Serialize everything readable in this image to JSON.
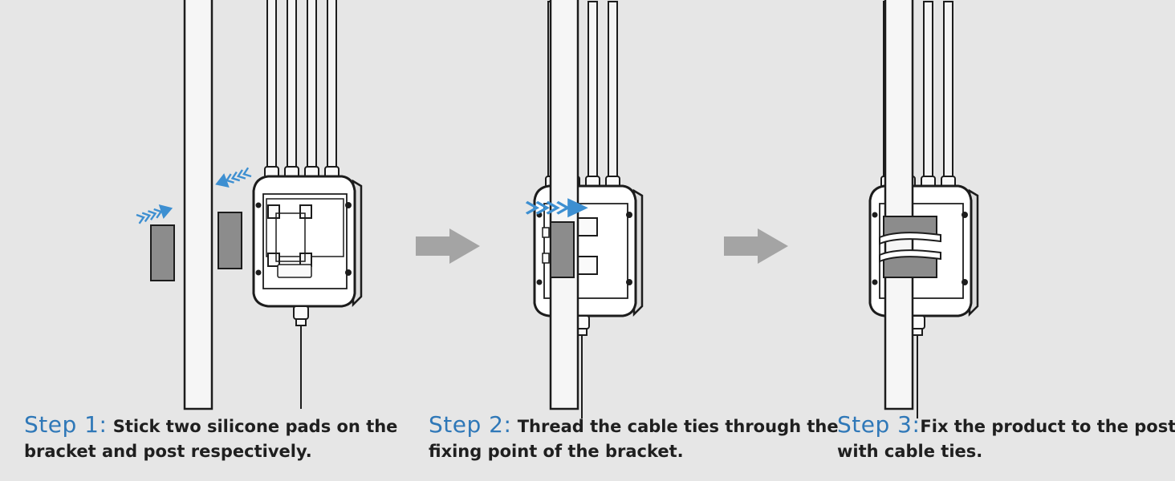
{
  "colors": {
    "background": "#e6e6e6",
    "step_label": "#2f78b8",
    "arrow_blue": "#3d8fd1",
    "process_arrow": "#a4a4a4",
    "pad": "#8c8c8c",
    "line": "#1c1c1c"
  },
  "steps": [
    {
      "label": "Step 1:",
      "text_line1": " Stick two silicone pads on the",
      "text_line2": "bracket and post respectively."
    },
    {
      "label": "Step 2:",
      "text_line1": " Thread the cable ties through the",
      "text_line2": "fixing point of the bracket."
    },
    {
      "label": "Step 3:",
      "text_line1": "Fix the product to the post",
      "text_line2": "with cable ties."
    }
  ],
  "icons": {
    "motion_arrow": "motion-arrow-icon",
    "process_arrow": "process-arrow-icon"
  }
}
